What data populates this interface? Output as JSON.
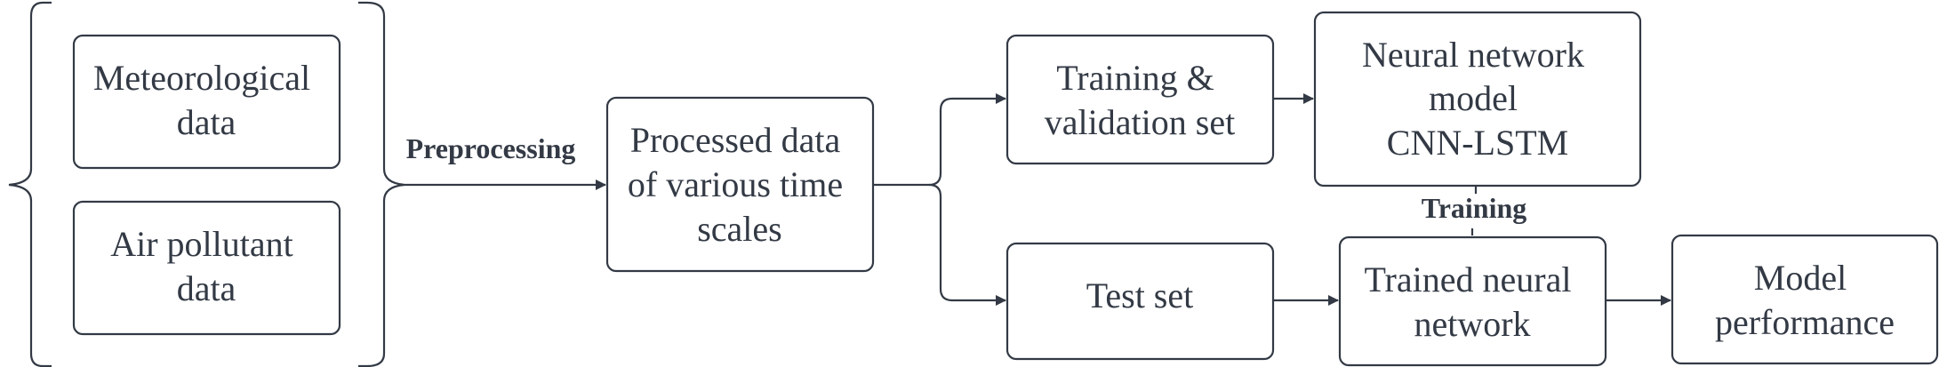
{
  "colors": {
    "stroke": "#333a45",
    "text": "#333a45",
    "background": "#ffffff"
  },
  "nodes": {
    "meteorological": {
      "lines": [
        "Meteorological",
        "data"
      ]
    },
    "air_pollutant": {
      "lines": [
        "Air pollutant",
        "data"
      ]
    },
    "processed": {
      "lines": [
        "Processed data",
        "of various time",
        "scales"
      ]
    },
    "training_set": {
      "lines": [
        "Training &",
        "validation set"
      ]
    },
    "model": {
      "lines": [
        "Neural network",
        "model",
        "CNN-LSTM"
      ]
    },
    "test_set": {
      "lines": [
        "Test set"
      ]
    },
    "trained": {
      "lines": [
        "Trained neural",
        "network"
      ]
    },
    "performance": {
      "lines": [
        "Model",
        "performance"
      ]
    }
  },
  "edge_labels": {
    "preprocessing": "Preprocessing",
    "training": "Training"
  }
}
